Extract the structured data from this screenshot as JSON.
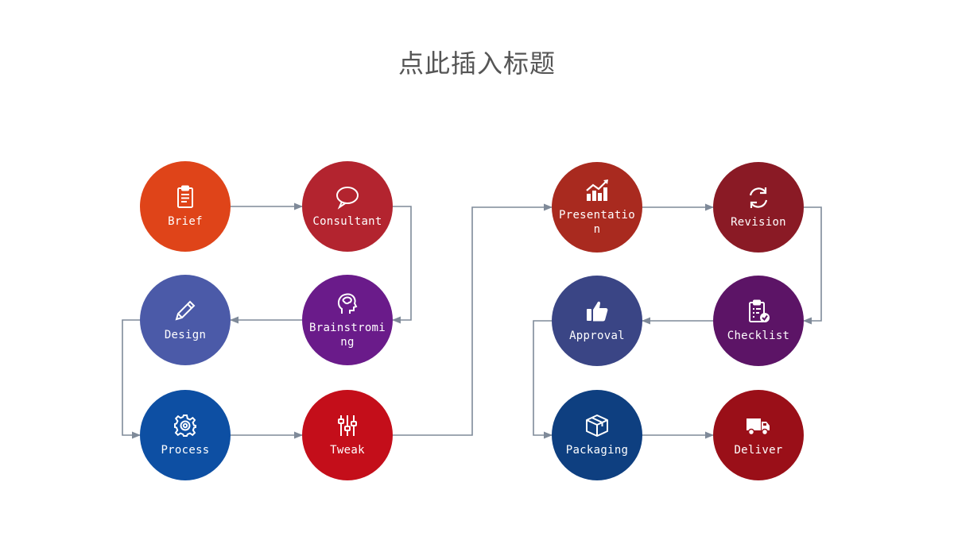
{
  "title": "点此插入标题",
  "colors": {
    "connector": "#7f8a99"
  },
  "nodes": [
    {
      "id": "brief",
      "label": "Brief",
      "icon": "clipboard-icon",
      "color": "#df4419"
    },
    {
      "id": "consultant",
      "label": "Consultant",
      "icon": "speech-bubble-icon",
      "color": "#b3242f"
    },
    {
      "id": "design",
      "label": "Design",
      "icon": "pencil-icon",
      "color": "#4b5aa8"
    },
    {
      "id": "brainstorming",
      "label": "Brainstroming",
      "icon": "brain-head-icon",
      "color": "#6a1b8a"
    },
    {
      "id": "process",
      "label": "Process",
      "icon": "gear-icon",
      "color": "#0d4fa3"
    },
    {
      "id": "tweak",
      "label": "Tweak",
      "icon": "sliders-icon",
      "color": "#c40e1a"
    },
    {
      "id": "presentation",
      "label": "Presentation",
      "icon": "bar-chart-icon",
      "color": "#a92a1f"
    },
    {
      "id": "revision",
      "label": "Revision",
      "icon": "refresh-icon",
      "color": "#8a1a25"
    },
    {
      "id": "approval",
      "label": "Approval",
      "icon": "thumbs-up-icon",
      "color": "#3a4585"
    },
    {
      "id": "checklist",
      "label": "Checklist",
      "icon": "checklist-icon",
      "color": "#5c1466"
    },
    {
      "id": "packaging",
      "label": "Packaging",
      "icon": "box-icon",
      "color": "#0e3f80"
    },
    {
      "id": "deliver",
      "label": "Deliver",
      "icon": "truck-icon",
      "color": "#9a0f18"
    }
  ]
}
